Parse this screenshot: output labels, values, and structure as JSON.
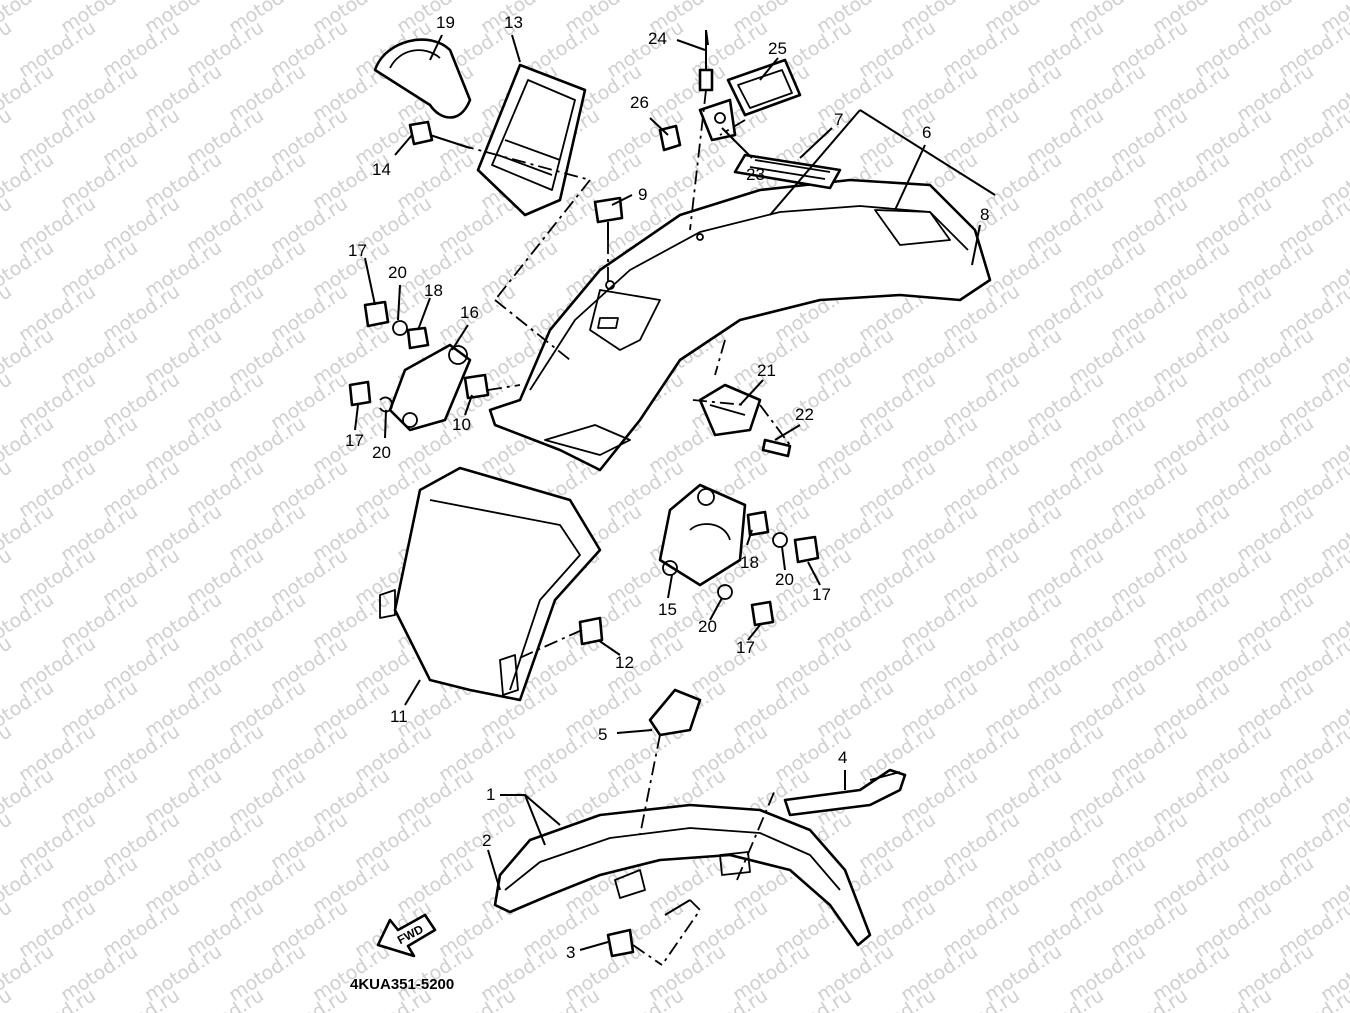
{
  "watermark": "motod.ru",
  "diagram_code": "4KUA351-5200",
  "fwd_label": "FWD",
  "callouts": [
    "1",
    "2",
    "3",
    "4",
    "5",
    "6",
    "7",
    "8",
    "9",
    "10",
    "11",
    "12",
    "13",
    "14",
    "15",
    "16",
    "17",
    "18",
    "19",
    "20",
    "21",
    "22",
    "23",
    "24",
    "25",
    "26"
  ],
  "colors": {
    "ink": "#000000",
    "paper": "#ffffff",
    "watermark": "#cfcfcf"
  }
}
